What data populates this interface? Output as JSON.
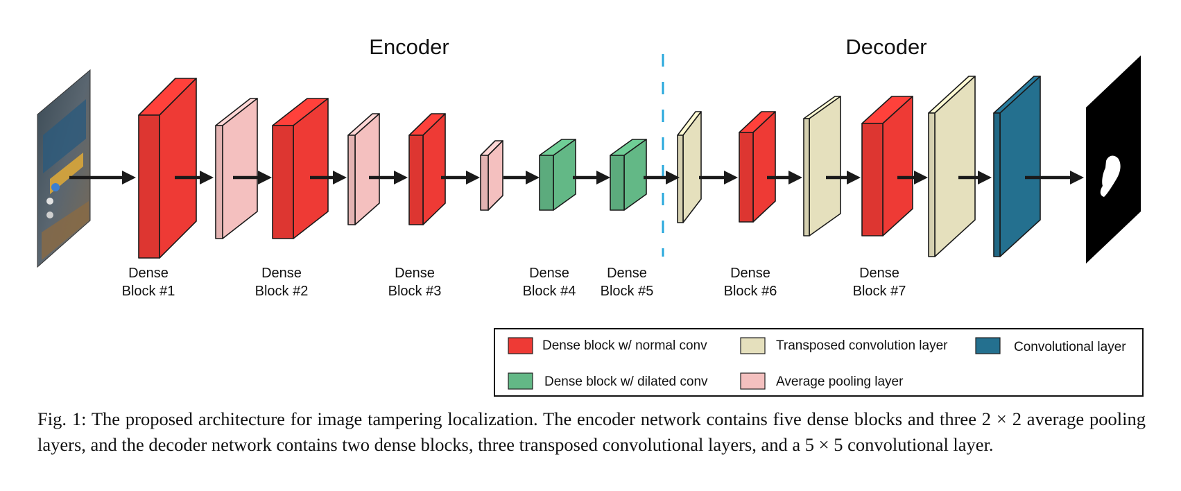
{
  "sections": {
    "encoder": "Encoder",
    "decoder": "Decoder"
  },
  "blocks": [
    {
      "id": "b1",
      "line1": "Dense",
      "line2": "Block #1"
    },
    {
      "id": "b2",
      "line1": "Dense",
      "line2": "Block #2"
    },
    {
      "id": "b3",
      "line1": "Dense",
      "line2": "Block #3"
    },
    {
      "id": "b4",
      "line1": "Dense",
      "line2": "Block #4"
    },
    {
      "id": "b5",
      "line1": "Dense",
      "line2": "Block #5"
    },
    {
      "id": "b6",
      "line1": "Dense",
      "line2": "Block #6"
    },
    {
      "id": "b7",
      "line1": "Dense",
      "line2": "Block #7"
    }
  ],
  "legend": {
    "normal_conv": "Dense block w/ normal conv",
    "transposed": "Transposed convolution layer",
    "conv": "Convolutional layer",
    "dilated_conv": "Dense block w/ dilated conv",
    "avg_pool": "Average pooling layer"
  },
  "colors": {
    "normal_conv": "#ee3a35",
    "dilated_conv": "#63b886",
    "avg_pool": "#f4c0bf",
    "transposed": "#e5e0bd",
    "conv": "#24708f",
    "divider": "#29a8dc",
    "arrow": "#1a1a1a"
  },
  "caption": {
    "prefix": "Fig. 1:",
    "text": "The proposed architecture for image tampering localization. The encoder network contains five dense blocks and three 2 × 2 average pooling layers, and the decoder network contains two dense blocks, three transposed convolutional layers, and a 5 × 5 convolutional layer."
  }
}
